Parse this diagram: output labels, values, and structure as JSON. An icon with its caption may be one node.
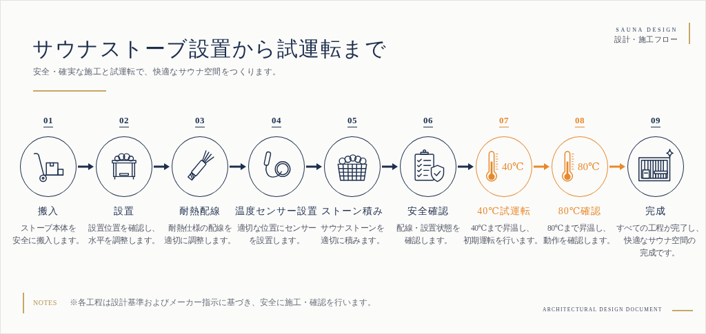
{
  "diagram": {
    "title": "サウナストーブ設置から試運転まで",
    "nodes": [
      {
        "text": [],
        "shape": "circle",
        "beside": [
          "01",
          "搬入",
          "ストーブ本体を安全に搬入します。"
        ]
      },
      {
        "text": [],
        "shape": "circle",
        "beside": [
          "02",
          "設置",
          "設置位置を確認し、水平を調整します。"
        ]
      },
      {
        "text": [],
        "shape": "circle",
        "beside": [
          "03",
          "耐熱配線",
          "耐熱仕様の配線を適切に調整します。"
        ]
      },
      {
        "text": [],
        "shape": "circle",
        "beside": [
          "04",
          "温度センサー設置",
          "適切な位置にセンサーを設置します。"
        ]
      },
      {
        "text": [],
        "shape": "circle",
        "beside": [
          "05",
          "ストーン積み",
          "サウナストーンを適切に積みます。"
        ]
      },
      {
        "text": [],
        "shape": "circle",
        "beside": [
          "06",
          "安全確認",
          "配線・設置状態を確認します。"
        ]
      },
      {
        "text": [
          "40℃"
        ],
        "beside": [
          "07",
          "40℃試運転",
          "40℃まで昇温し、初期運転を行います。"
        ]
      },
      {
        "text": [
          "80℃"
        ],
        "beside": [
          "08",
          "80℃確認",
          "80℃まで昇温し、動作を確認します。"
        ]
      },
      {
        "text": [],
        "shape": "circle",
        "beside": [
          "09",
          "完成",
          "すべての工程が完了し、快適なサウナ空間の完成です。"
        ]
      }
    ],
    "edges": [
      {
        "from": 0,
        "to": 1,
        "arrow": "to"
      },
      {
        "from": 1,
        "to": 2,
        "arrow": "to"
      },
      {
        "from": 2,
        "to": 3,
        "arrow": "to"
      },
      {
        "from": 3,
        "to": 4,
        "arrow": "to"
      },
      {
        "from": 4,
        "to": 5,
        "arrow": "to"
      },
      {
        "from": 5,
        "to": 6,
        "arrow": "to"
      },
      {
        "from": 6,
        "to": 7,
        "arrow": "to",
        "color": "#e8892b"
      },
      {
        "from": 7,
        "to": 8,
        "arrow": "to",
        "color": "#e8892b"
      }
    ],
    "labels": [
      "SAUNA DESIGN",
      "設計・施工フロー",
      "安全・確実な施工と試運転で、快適なサウナ空間をつくります。",
      "NOTES",
      "※各工程は設計基準およびメーカー指示に基づき、安全に施工・確認を行います。",
      "ARCHITECTURAL DESIGN DOCUMENT"
    ]
  }
}
